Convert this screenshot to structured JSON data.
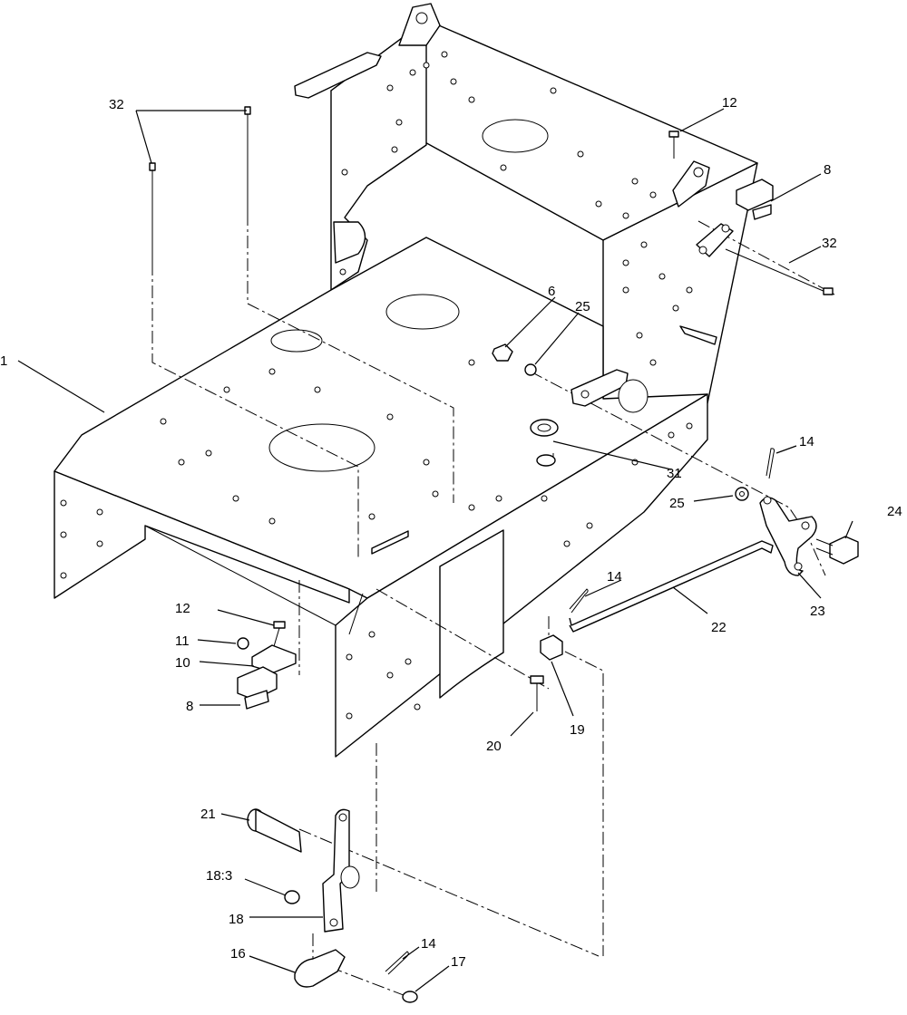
{
  "callouts": [
    {
      "id": "c1",
      "text": "1"
    },
    {
      "id": "c6",
      "text": "6"
    },
    {
      "id": "c8a",
      "text": "8"
    },
    {
      "id": "c8b",
      "text": "8"
    },
    {
      "id": "c10",
      "text": "10"
    },
    {
      "id": "c11",
      "text": "11"
    },
    {
      "id": "c12a",
      "text": "12"
    },
    {
      "id": "c12b",
      "text": "12"
    },
    {
      "id": "c14a",
      "text": "14"
    },
    {
      "id": "c14b",
      "text": "14"
    },
    {
      "id": "c14c",
      "text": "14"
    },
    {
      "id": "c16",
      "text": "16"
    },
    {
      "id": "c17",
      "text": "17"
    },
    {
      "id": "c18",
      "text": "18"
    },
    {
      "id": "c18-3",
      "text": "18:3"
    },
    {
      "id": "c19",
      "text": "19"
    },
    {
      "id": "c20",
      "text": "20"
    },
    {
      "id": "c21",
      "text": "21"
    },
    {
      "id": "c22",
      "text": "22"
    },
    {
      "id": "c23",
      "text": "23"
    },
    {
      "id": "c24",
      "text": "24"
    },
    {
      "id": "c25a",
      "text": "25"
    },
    {
      "id": "c25b",
      "text": "25"
    },
    {
      "id": "c31",
      "text": "31"
    },
    {
      "id": "c32a",
      "text": "32"
    },
    {
      "id": "c32b",
      "text": "32"
    }
  ]
}
